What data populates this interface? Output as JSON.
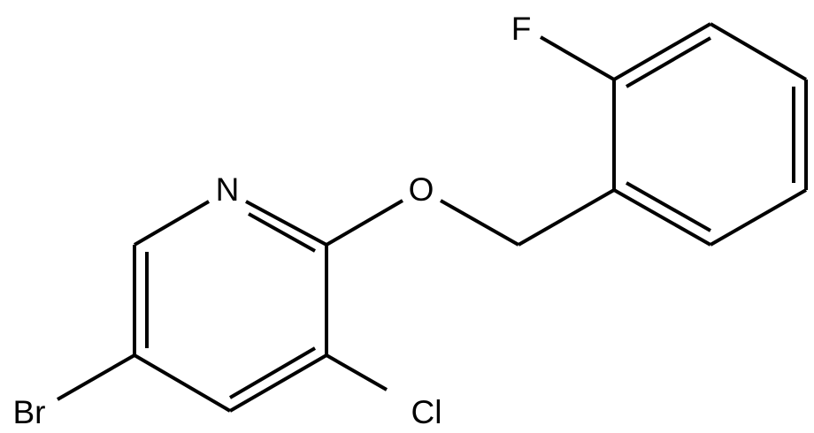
{
  "molecule": {
    "atoms": {
      "n": "N",
      "o": "O",
      "br": "Br",
      "cl": "Cl",
      "f": "F"
    }
  },
  "colors": {
    "bond": "#000000",
    "label": "#000000",
    "background": "#ffffff"
  }
}
